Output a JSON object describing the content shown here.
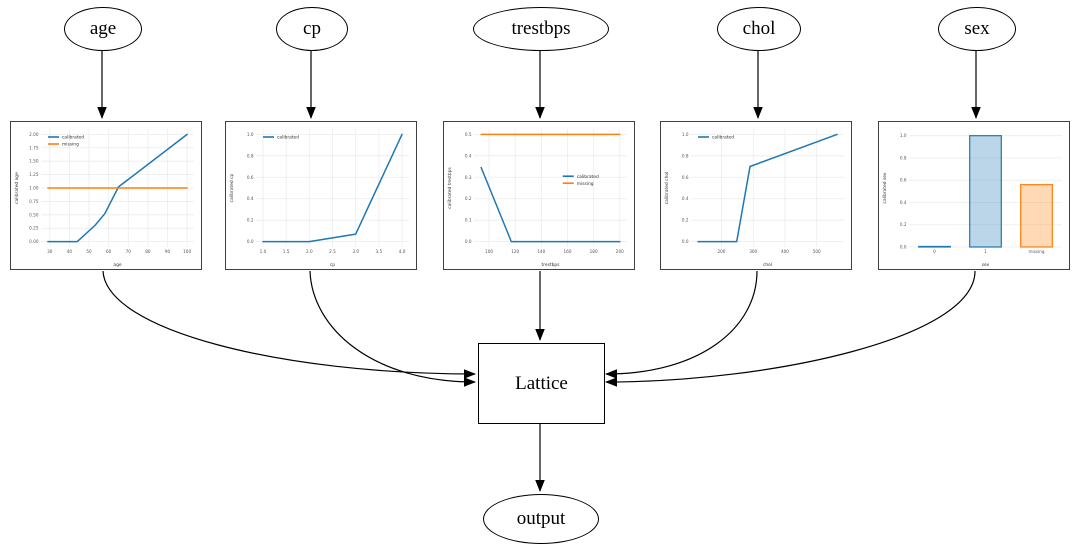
{
  "diagram": {
    "input_nodes": [
      {
        "label": "age"
      },
      {
        "label": "cp"
      },
      {
        "label": "trestbps"
      },
      {
        "label": "chol"
      },
      {
        "label": "sex"
      }
    ],
    "lattice_node": {
      "label": "Lattice"
    },
    "output_node": {
      "label": "output"
    }
  },
  "colors": {
    "calibrated": "#1f77b4",
    "missing": "#ff7f0e",
    "edge": "#000000",
    "plot_bg": "#ffffff",
    "grid": "#ececec",
    "tick_text": "#555555",
    "panel_border": "#404040"
  },
  "chart_data": [
    {
      "type": "line",
      "name": "age",
      "xlabel": "age",
      "ylabel": "calibrated age",
      "xlim": [
        25.5,
        103.5
      ],
      "ylim": [
        -0.1,
        2.1
      ],
      "xticks": [
        30,
        40,
        50,
        60,
        70,
        80,
        90,
        100
      ],
      "xtick_labels": [
        "30",
        "40",
        "50",
        "60",
        "70",
        "80",
        "90",
        "100"
      ],
      "yticks": [
        0,
        0.25,
        0.5,
        0.75,
        1.0,
        1.25,
        1.5,
        1.75,
        2.0
      ],
      "ytick_labels": [
        "0.00",
        "0.25",
        "0.50",
        "0.75",
        "1.00",
        "1.25",
        "1.50",
        "1.75",
        "2.00"
      ],
      "legend": {
        "position": "top-left",
        "entries": [
          {
            "label": "calibrated",
            "color": "#1f77b4"
          },
          {
            "label": "missing",
            "color": "#ff7f0e"
          }
        ]
      },
      "series": [
        {
          "name": "calibrated",
          "color": "#1f77b4",
          "x": [
            29,
            44,
            53,
            58,
            65,
            100
          ],
          "y": [
            0,
            0,
            0.3,
            0.52,
            1.02,
            2.0
          ]
        },
        {
          "name": "missing",
          "color": "#ff7f0e",
          "x": [
            29,
            100
          ],
          "y": [
            1.0,
            1.0
          ]
        }
      ]
    },
    {
      "type": "line",
      "name": "cp",
      "xlabel": "cp",
      "ylabel": "calibrated cp",
      "xlim": [
        0.85,
        4.15
      ],
      "ylim": [
        -0.05,
        1.05
      ],
      "xticks": [
        1.0,
        1.5,
        2.0,
        2.5,
        3.0,
        3.5,
        4.0
      ],
      "xtick_labels": [
        "1.0",
        "1.5",
        "2.0",
        "2.5",
        "3.0",
        "3.5",
        "4.0"
      ],
      "yticks": [
        0,
        0.2,
        0.4,
        0.6,
        0.8,
        1.0
      ],
      "ytick_labels": [
        "0.0",
        "0.2",
        "0.4",
        "0.6",
        "0.8",
        "1.0"
      ],
      "legend": {
        "position": "top-left",
        "entries": [
          {
            "label": "calibrated",
            "color": "#1f77b4"
          }
        ]
      },
      "series": [
        {
          "name": "calibrated",
          "color": "#1f77b4",
          "x": [
            1,
            2,
            3,
            4
          ],
          "y": [
            0,
            0,
            0.07,
            1.0
          ]
        }
      ]
    },
    {
      "type": "line",
      "name": "trestbps",
      "xlabel": "trestbps",
      "ylabel": "calibrated trestbps",
      "xlim": [
        88.5,
        205.5
      ],
      "ylim": [
        -0.025,
        0.525
      ],
      "xticks": [
        100,
        120,
        140,
        160,
        180,
        200
      ],
      "xtick_labels": [
        "100",
        "120",
        "140",
        "160",
        "180",
        "200"
      ],
      "yticks": [
        0,
        0.1,
        0.2,
        0.3,
        0.4,
        0.5
      ],
      "ytick_labels": [
        "0.0",
        "0.1",
        "0.2",
        "0.3",
        "0.4",
        "0.5"
      ],
      "legend": {
        "position": "center-right",
        "entries": [
          {
            "label": "calibrated",
            "color": "#1f77b4"
          },
          {
            "label": "missing",
            "color": "#ff7f0e"
          }
        ]
      },
      "series": [
        {
          "name": "calibrated",
          "color": "#1f77b4",
          "x": [
            94,
            117,
            200
          ],
          "y": [
            0.345,
            0,
            0
          ]
        },
        {
          "name": "missing",
          "color": "#ff7f0e",
          "x": [
            94,
            200
          ],
          "y": [
            0.5,
            0.5
          ]
        }
      ]
    },
    {
      "type": "line",
      "name": "chol",
      "xlabel": "chol",
      "ylabel": "calibrated chol",
      "xlim": [
        104,
        586
      ],
      "ylim": [
        -0.05,
        1.05
      ],
      "xticks": [
        200,
        300,
        400,
        500
      ],
      "xtick_labels": [
        "200",
        "300",
        "400",
        "500"
      ],
      "yticks": [
        0,
        0.2,
        0.4,
        0.6,
        0.8,
        1.0
      ],
      "ytick_labels": [
        "0.0",
        "0.2",
        "0.4",
        "0.6",
        "0.8",
        "1.0"
      ],
      "legend": {
        "position": "top-left",
        "entries": [
          {
            "label": "calibrated",
            "color": "#1f77b4"
          }
        ]
      },
      "series": [
        {
          "name": "calibrated",
          "color": "#1f77b4",
          "x": [
            126,
            248,
            290,
            564
          ],
          "y": [
            0,
            0,
            0.7,
            1.0
          ]
        }
      ]
    },
    {
      "type": "bar",
      "name": "sex",
      "xlabel": "sex",
      "ylabel": "calibrated sex",
      "ylim": [
        0,
        1.06
      ],
      "yticks": [
        0,
        0.2,
        0.4,
        0.6,
        0.8,
        1.0
      ],
      "ytick_labels": [
        "0.0",
        "0.2",
        "0.4",
        "0.6",
        "0.8",
        "1.0"
      ],
      "categories": [
        "0",
        "1",
        "missing"
      ],
      "values": [
        0.005,
        1.0,
        0.56
      ],
      "bar_styles": [
        {
          "fill": "rgba(31,119,180,0.30)",
          "stroke": "#1f77b4"
        },
        {
          "fill": "rgba(31,119,180,0.30)",
          "stroke": "#1f77b4"
        },
        {
          "fill": "rgba(255,127,14,0.30)",
          "stroke": "#ff7f0e"
        }
      ]
    }
  ]
}
